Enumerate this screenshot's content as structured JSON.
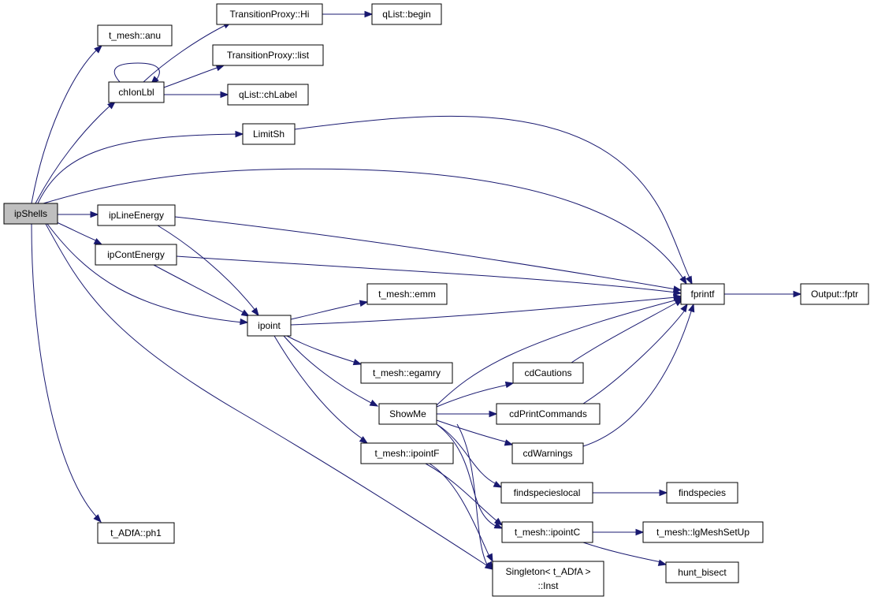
{
  "diagram": {
    "nodes": [
      {
        "id": "ipShells",
        "label": "ipShells"
      },
      {
        "id": "t_mesh_anu",
        "label": "t_mesh::anu"
      },
      {
        "id": "chIonLbl",
        "label": "chIonLbl"
      },
      {
        "id": "TransitionProxy_Hi",
        "label": "TransitionProxy::Hi"
      },
      {
        "id": "qList_begin",
        "label": "qList::begin"
      },
      {
        "id": "TransitionProxy_list",
        "label": "TransitionProxy::list"
      },
      {
        "id": "qList_chLabel",
        "label": "qList::chLabel"
      },
      {
        "id": "LimitSh",
        "label": "LimitSh"
      },
      {
        "id": "ipLineEnergy",
        "label": "ipLineEnergy"
      },
      {
        "id": "ipContEnergy",
        "label": "ipContEnergy"
      },
      {
        "id": "fprintf",
        "label": "fprintf"
      },
      {
        "id": "Output_fptr",
        "label": "Output::fptr"
      },
      {
        "id": "t_mesh_emm",
        "label": "t_mesh::emm"
      },
      {
        "id": "ipoint",
        "label": "ipoint"
      },
      {
        "id": "t_mesh_egamry",
        "label": "t_mesh::egamry"
      },
      {
        "id": "cdCautions",
        "label": "cdCautions"
      },
      {
        "id": "ShowMe",
        "label": "ShowMe"
      },
      {
        "id": "cdPrintCommands",
        "label": "cdPrintCommands"
      },
      {
        "id": "t_mesh_ipointF",
        "label": "t_mesh::ipointF"
      },
      {
        "id": "cdWarnings",
        "label": "cdWarnings"
      },
      {
        "id": "findspecieslocal",
        "label": "findspecieslocal"
      },
      {
        "id": "findspecies",
        "label": "findspecies"
      },
      {
        "id": "t_mesh_ipointC",
        "label": "t_mesh::ipointC"
      },
      {
        "id": "t_mesh_lgMeshSetUp",
        "label": "t_mesh::lgMeshSetUp"
      },
      {
        "id": "t_ADfA_ph1",
        "label": "t_ADfA::ph1"
      },
      {
        "id": "hunt_bisect",
        "label": "hunt_bisect"
      },
      {
        "id": "Singleton_Inst",
        "label": "Singleton< t_ADfA >",
        "label2": "::Inst"
      }
    ],
    "edges": [
      [
        "ipShells",
        "t_mesh_anu"
      ],
      [
        "ipShells",
        "chIonLbl"
      ],
      [
        "chIonLbl",
        "chIonLbl"
      ],
      [
        "chIonLbl",
        "TransitionProxy_Hi"
      ],
      [
        "TransitionProxy_Hi",
        "qList_begin"
      ],
      [
        "chIonLbl",
        "TransitionProxy_list"
      ],
      [
        "chIonLbl",
        "qList_chLabel"
      ],
      [
        "ipShells",
        "LimitSh"
      ],
      [
        "LimitSh",
        "fprintf"
      ],
      [
        "ipShells",
        "fprintf"
      ],
      [
        "ipShells",
        "ipLineEnergy"
      ],
      [
        "ipShells",
        "ipContEnergy"
      ],
      [
        "ipShells",
        "ipoint"
      ],
      [
        "ipShells",
        "t_ADfA_ph1"
      ],
      [
        "ipShells",
        "Singleton_Inst"
      ],
      [
        "ipLineEnergy",
        "fprintf"
      ],
      [
        "ipLineEnergy",
        "ipoint"
      ],
      [
        "ipContEnergy",
        "fprintf"
      ],
      [
        "ipContEnergy",
        "ipoint"
      ],
      [
        "fprintf",
        "Output_fptr"
      ],
      [
        "ipoint",
        "t_mesh_emm"
      ],
      [
        "ipoint",
        "fprintf"
      ],
      [
        "ipoint",
        "t_mesh_egamry"
      ],
      [
        "ipoint",
        "ShowMe"
      ],
      [
        "ipoint",
        "t_mesh_ipointF"
      ],
      [
        "ShowMe",
        "fprintf"
      ],
      [
        "ShowMe",
        "cdCautions"
      ],
      [
        "ShowMe",
        "cdPrintCommands"
      ],
      [
        "ShowMe",
        "cdWarnings"
      ],
      [
        "ShowMe",
        "findspecieslocal"
      ],
      [
        "ShowMe",
        "t_mesh_ipointC"
      ],
      [
        "ShowMe",
        "Singleton_Inst"
      ],
      [
        "cdCautions",
        "fprintf"
      ],
      [
        "cdPrintCommands",
        "fprintf"
      ],
      [
        "cdWarnings",
        "fprintf"
      ],
      [
        "findspecieslocal",
        "findspecies"
      ],
      [
        "t_mesh_ipointF",
        "t_mesh_ipointC"
      ],
      [
        "t_mesh_ipointF",
        "Singleton_Inst"
      ],
      [
        "t_mesh_ipointC",
        "t_mesh_lgMeshSetUp"
      ],
      [
        "t_mesh_ipointC",
        "hunt_bisect"
      ]
    ],
    "colors": {
      "edge": "#191970",
      "node_border": "#000000",
      "root_fill": "#bfbfbf",
      "node_fill": "#ffffff"
    }
  }
}
